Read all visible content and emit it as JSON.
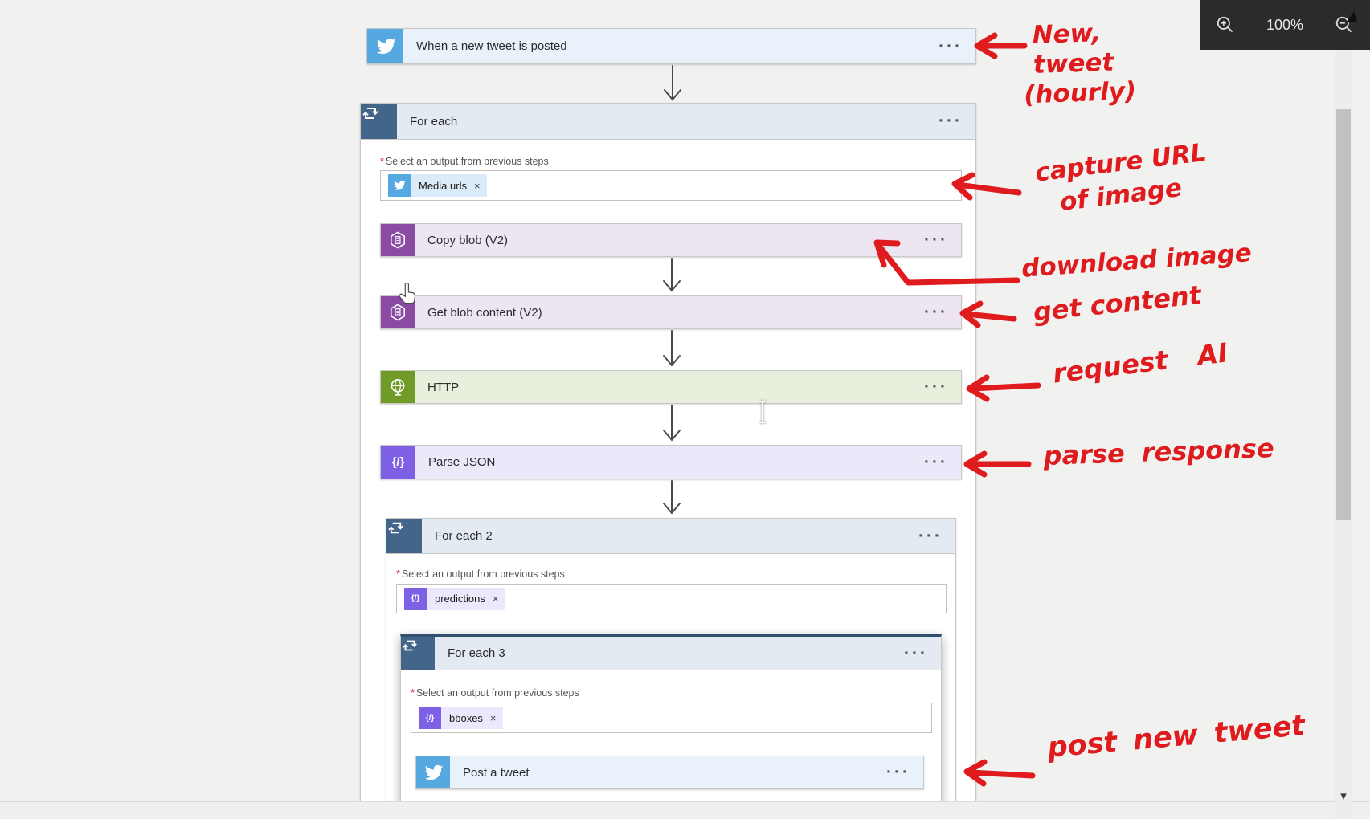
{
  "flow": {
    "trigger": {
      "title": "When a new tweet is posted"
    },
    "for_each_1": {
      "title": "For each",
      "field_label": "Select an output from previous steps",
      "token": "Media urls"
    },
    "copy_blob": {
      "title": "Copy blob (V2)"
    },
    "get_blob_content": {
      "title": "Get blob content (V2)"
    },
    "http": {
      "title": "HTTP"
    },
    "parse_json": {
      "title": "Parse JSON",
      "icon_glyph": "{/}"
    },
    "for_each_2": {
      "title": "For each 2",
      "field_label": "Select an output from previous steps",
      "token": "predictions"
    },
    "for_each_3": {
      "title": "For each 3",
      "field_label": "Select an output from previous steps",
      "token": "bboxes"
    },
    "post_tweet": {
      "title": "Post a tweet"
    },
    "required_mark": "*",
    "menu_glyph": "···",
    "token_remove": "×",
    "token_code_glyph": "{/}"
  },
  "zoom_control": {
    "level": "100%"
  },
  "scrollbar": {
    "down_arrow": "▾"
  },
  "annotations": {
    "new_tweet": {
      "lines": [
        "New,",
        "tweet",
        "(hourly)"
      ]
    },
    "capture_url": {
      "lines": [
        "capture URL",
        "of image"
      ]
    },
    "download_image": {
      "text": "download image"
    },
    "get_content": {
      "text": "get content"
    },
    "request_ai": {
      "text": "request AI"
    },
    "parse_response": {
      "text": "parse response"
    },
    "post_new_tweet": {
      "text": "post new tweet"
    }
  },
  "colors": {
    "twitter_blue": "#55a9e0",
    "foreach_slate": "#44658a",
    "blob_purple": "#8a4ba2",
    "http_green": "#709b26",
    "json_violet": "#7d60e4",
    "annotation_red": "#df1b1e",
    "canvas_gray": "#f1f1f0"
  }
}
